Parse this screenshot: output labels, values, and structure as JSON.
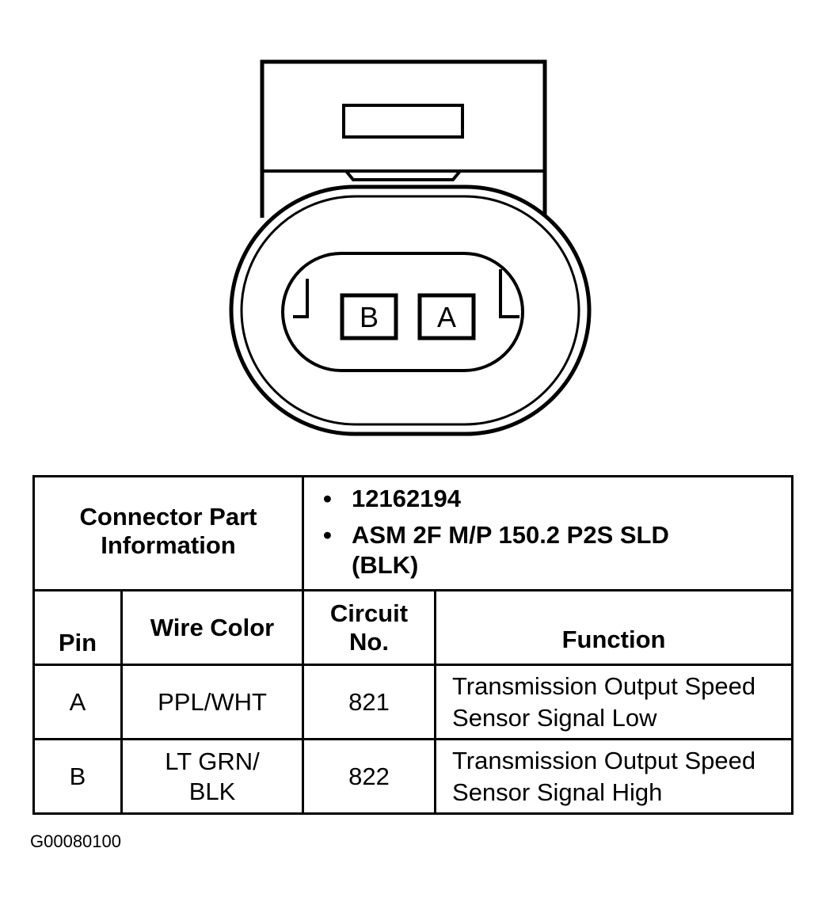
{
  "connector": {
    "pins": [
      "B",
      "A"
    ]
  },
  "table": {
    "part_info_label": "Connector Part Information",
    "part_info": [
      "12162194",
      "ASM 2F M/P 150.2 P2S SLD (BLK)"
    ],
    "headers": {
      "pin": "Pin",
      "wire_color": "Wire Color",
      "circuit_no": "Circuit No.",
      "function": "Function"
    },
    "rows": [
      {
        "pin": "A",
        "wire_color": "PPL/WHT",
        "circuit": "821",
        "function": "Transmission Output Speed Sensor Signal Low"
      },
      {
        "pin": "B",
        "wire_color": "LT GRN/ BLK",
        "circuit": "822",
        "function": "Transmission Output Speed Sensor Signal High"
      }
    ]
  },
  "figure_code": "G00080100"
}
